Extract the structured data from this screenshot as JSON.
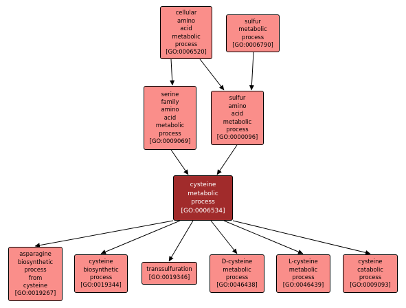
{
  "colors": {
    "term_fill": "#fa8e8a",
    "focus_fill": "#a12b2b",
    "border": "#000000",
    "edge": "#000000"
  },
  "nodes": [
    {
      "id": "GO:0006520",
      "lines": [
        "cellular",
        "amino",
        "acid",
        "metabolic",
        "process",
        "[GO:0006520]"
      ]
    },
    {
      "id": "GO:0006790",
      "lines": [
        "sulfur",
        "metabolic",
        "process",
        "[GO:0006790]"
      ]
    },
    {
      "id": "GO:0009069",
      "lines": [
        "serine",
        "family",
        "amino",
        "acid",
        "metabolic",
        "process",
        "[GO:0009069]"
      ]
    },
    {
      "id": "GO:0000096",
      "lines": [
        "sulfur",
        "amino",
        "acid",
        "metabolic",
        "process",
        "[GO:0000096]"
      ]
    },
    {
      "id": "GO:0006534",
      "lines": [
        "cysteine",
        "metabolic",
        "process",
        "[GO:0006534]"
      ]
    },
    {
      "id": "GO:0019267",
      "lines": [
        "asparagine",
        "biosynthetic",
        "process",
        "from",
        "cysteine",
        "[GO:0019267]"
      ]
    },
    {
      "id": "GO:0019344",
      "lines": [
        "cysteine",
        "biosynthetic",
        "process",
        "[GO:0019344]"
      ]
    },
    {
      "id": "GO:0019346",
      "lines": [
        "transsulfuration",
        "[GO:0019346]"
      ]
    },
    {
      "id": "GO:0046438",
      "lines": [
        "D-cysteine",
        "metabolic",
        "process",
        "[GO:0046438]"
      ]
    },
    {
      "id": "GO:0046439",
      "lines": [
        "L-cysteine",
        "metabolic",
        "process",
        "[GO:0046439]"
      ]
    },
    {
      "id": "GO:0009093",
      "lines": [
        "cysteine",
        "catabolic",
        "process",
        "[GO:0009093]"
      ]
    }
  ],
  "edges": [
    {
      "from": "GO:0006520",
      "to": "GO:0009069"
    },
    {
      "from": "GO:0006520",
      "to": "GO:0000096"
    },
    {
      "from": "GO:0006790",
      "to": "GO:0000096"
    },
    {
      "from": "GO:0009069",
      "to": "GO:0006534"
    },
    {
      "from": "GO:0000096",
      "to": "GO:0006534"
    },
    {
      "from": "GO:0006534",
      "to": "GO:0019267"
    },
    {
      "from": "GO:0006534",
      "to": "GO:0019344"
    },
    {
      "from": "GO:0006534",
      "to": "GO:0019346"
    },
    {
      "from": "GO:0006534",
      "to": "GO:0046438"
    },
    {
      "from": "GO:0006534",
      "to": "GO:0046439"
    },
    {
      "from": "GO:0006534",
      "to": "GO:0009093"
    }
  ],
  "focus": "GO:0006534"
}
